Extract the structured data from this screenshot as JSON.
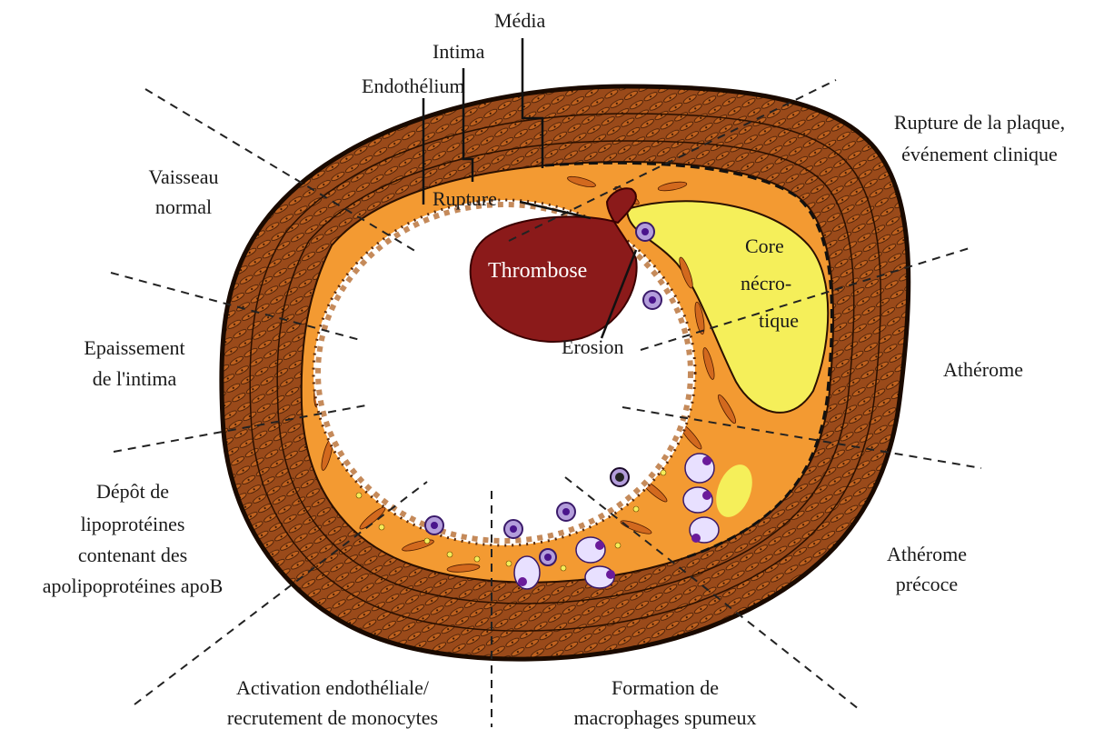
{
  "layers": {
    "media": "Média",
    "intima": "Intima",
    "endothelium": "Endothélium"
  },
  "features": {
    "rupture": "Rupture",
    "erosion": "Erosion",
    "thrombus": "Thrombose",
    "necrotic_core": [
      "Core",
      "nécro-",
      "tique"
    ]
  },
  "stages": {
    "normal_vessel": [
      "Vaisseau",
      "normal"
    ],
    "intimal_thickening": [
      "Epaissement",
      "de l'intima"
    ],
    "lipoprotein_deposit": [
      "Dépôt de",
      "lipoprotéines",
      "contenant des",
      "apolipoprotéines apoB"
    ],
    "endothelial_activation": [
      "Activation endothéliale/",
      "recrutement de monocytes"
    ],
    "foam_cells": [
      "Formation de",
      "macrophages spumeux"
    ],
    "early_atheroma": [
      "Athérome",
      "précoce"
    ],
    "atheroma": [
      "Athérome"
    ],
    "plaque_rupture": [
      "Rupture de la plaque,",
      "événement clinique"
    ]
  },
  "colors": {
    "outer_wall": "#8a3d12",
    "intima": "#f39a32",
    "necrotic_core": "#f5ef5a",
    "thrombus": "#8b1a1a",
    "monocyte": "#7e57c2"
  }
}
